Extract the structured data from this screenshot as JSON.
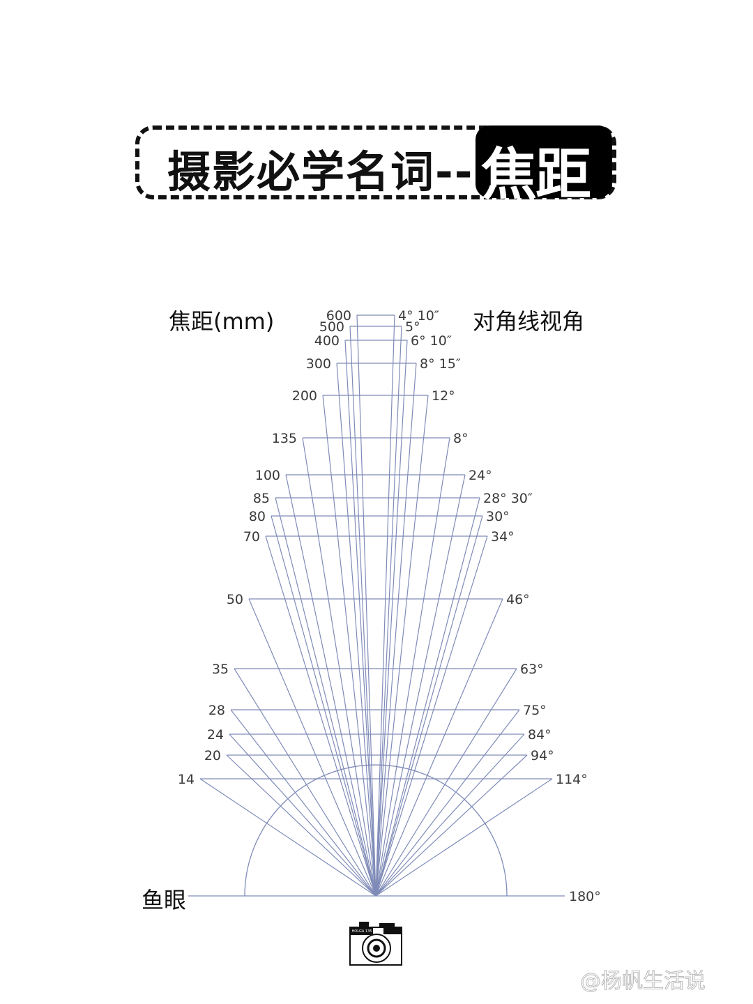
{
  "title": {
    "main": "摄影必学名词--",
    "highlight": "焦距"
  },
  "headers": {
    "focal_length": "焦距(mm)",
    "diagonal_angle": "对角线视角",
    "fisheye": "鱼眼"
  },
  "lenses": [
    {
      "focal": "600",
      "angle": "4° 10″"
    },
    {
      "focal": "500",
      "angle": "5°"
    },
    {
      "focal": "400",
      "angle": "6° 10″"
    },
    {
      "focal": "300",
      "angle": "8° 15″"
    },
    {
      "focal": "200",
      "angle": "12°"
    },
    {
      "focal": "135",
      "angle": "8°"
    },
    {
      "focal": "100",
      "angle": "24°"
    },
    {
      "focal": "85",
      "angle": "28° 30″"
    },
    {
      "focal": "80",
      "angle": "30°"
    },
    {
      "focal": "70",
      "angle": "34°"
    },
    {
      "focal": "50",
      "angle": "46°"
    },
    {
      "focal": "35",
      "angle": "63°"
    },
    {
      "focal": "28",
      "angle": "75°"
    },
    {
      "focal": "24",
      "angle": "84°"
    },
    {
      "focal": "20",
      "angle": "94°"
    },
    {
      "focal": "14",
      "angle": "114°"
    }
  ],
  "fisheye_angle": "180°",
  "line_color": "#7f8bb8",
  "watermark": "@杨帆生活说",
  "camera_icon_text": "HOLGA 135"
}
